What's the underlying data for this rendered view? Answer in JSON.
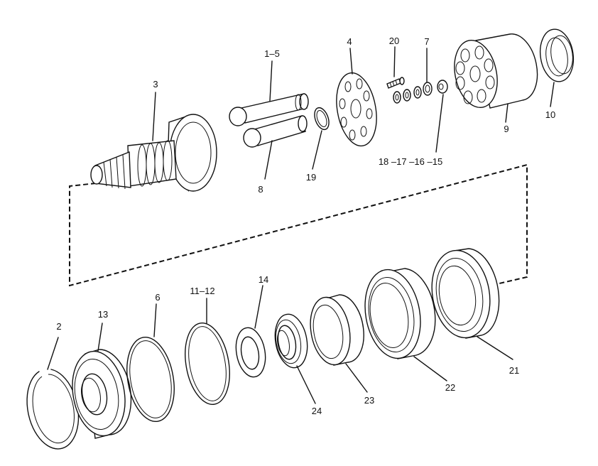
{
  "labels": {
    "l_1_5": "1–5",
    "l_2": "2",
    "l_3": "3",
    "l_4": "4",
    "l_6": "6",
    "l_7": "7",
    "l_8": "8",
    "l_9": "9",
    "l_10": "10",
    "l_11_12": "11–12",
    "l_13": "13",
    "l_14": "14",
    "l_18_15": "18 –17 –16 –15",
    "l_19": "19",
    "l_20": "20",
    "l_21": "21",
    "l_22": "22",
    "l_23": "23",
    "l_24": "24"
  }
}
